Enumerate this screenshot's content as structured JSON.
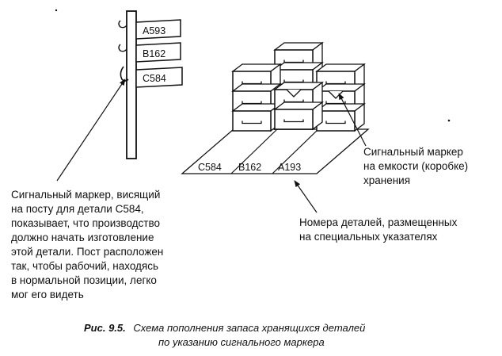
{
  "post": {
    "cards": [
      "A593",
      "B162",
      "C584"
    ]
  },
  "floor_labels": [
    "C584",
    "B162",
    "A193"
  ],
  "callouts": {
    "box_marker": [
      "Сигнальный маркер",
      "на емкости (коробке)",
      "хранения"
    ],
    "part_numbers": [
      "Номера деталей, размещенных",
      "на специальных указателях"
    ],
    "post_marker": [
      "Сигнальный маркер, висящий",
      "на посту для детали С584,",
      "показывает, что производство",
      "должно начать изготовление",
      "этой детали. Пост расположен",
      "так, чтобы рабочий, находясь",
      "в нормальной позиции, легко",
      "мог его видеть"
    ]
  },
  "caption": {
    "number": "Рис. 9.5.",
    "line1": "Схема пополнения запаса хранящихся деталей",
    "line2": "по указанию сигнального маркера"
  },
  "colors": {
    "ink": "#111111",
    "paper": "#ffffff"
  }
}
